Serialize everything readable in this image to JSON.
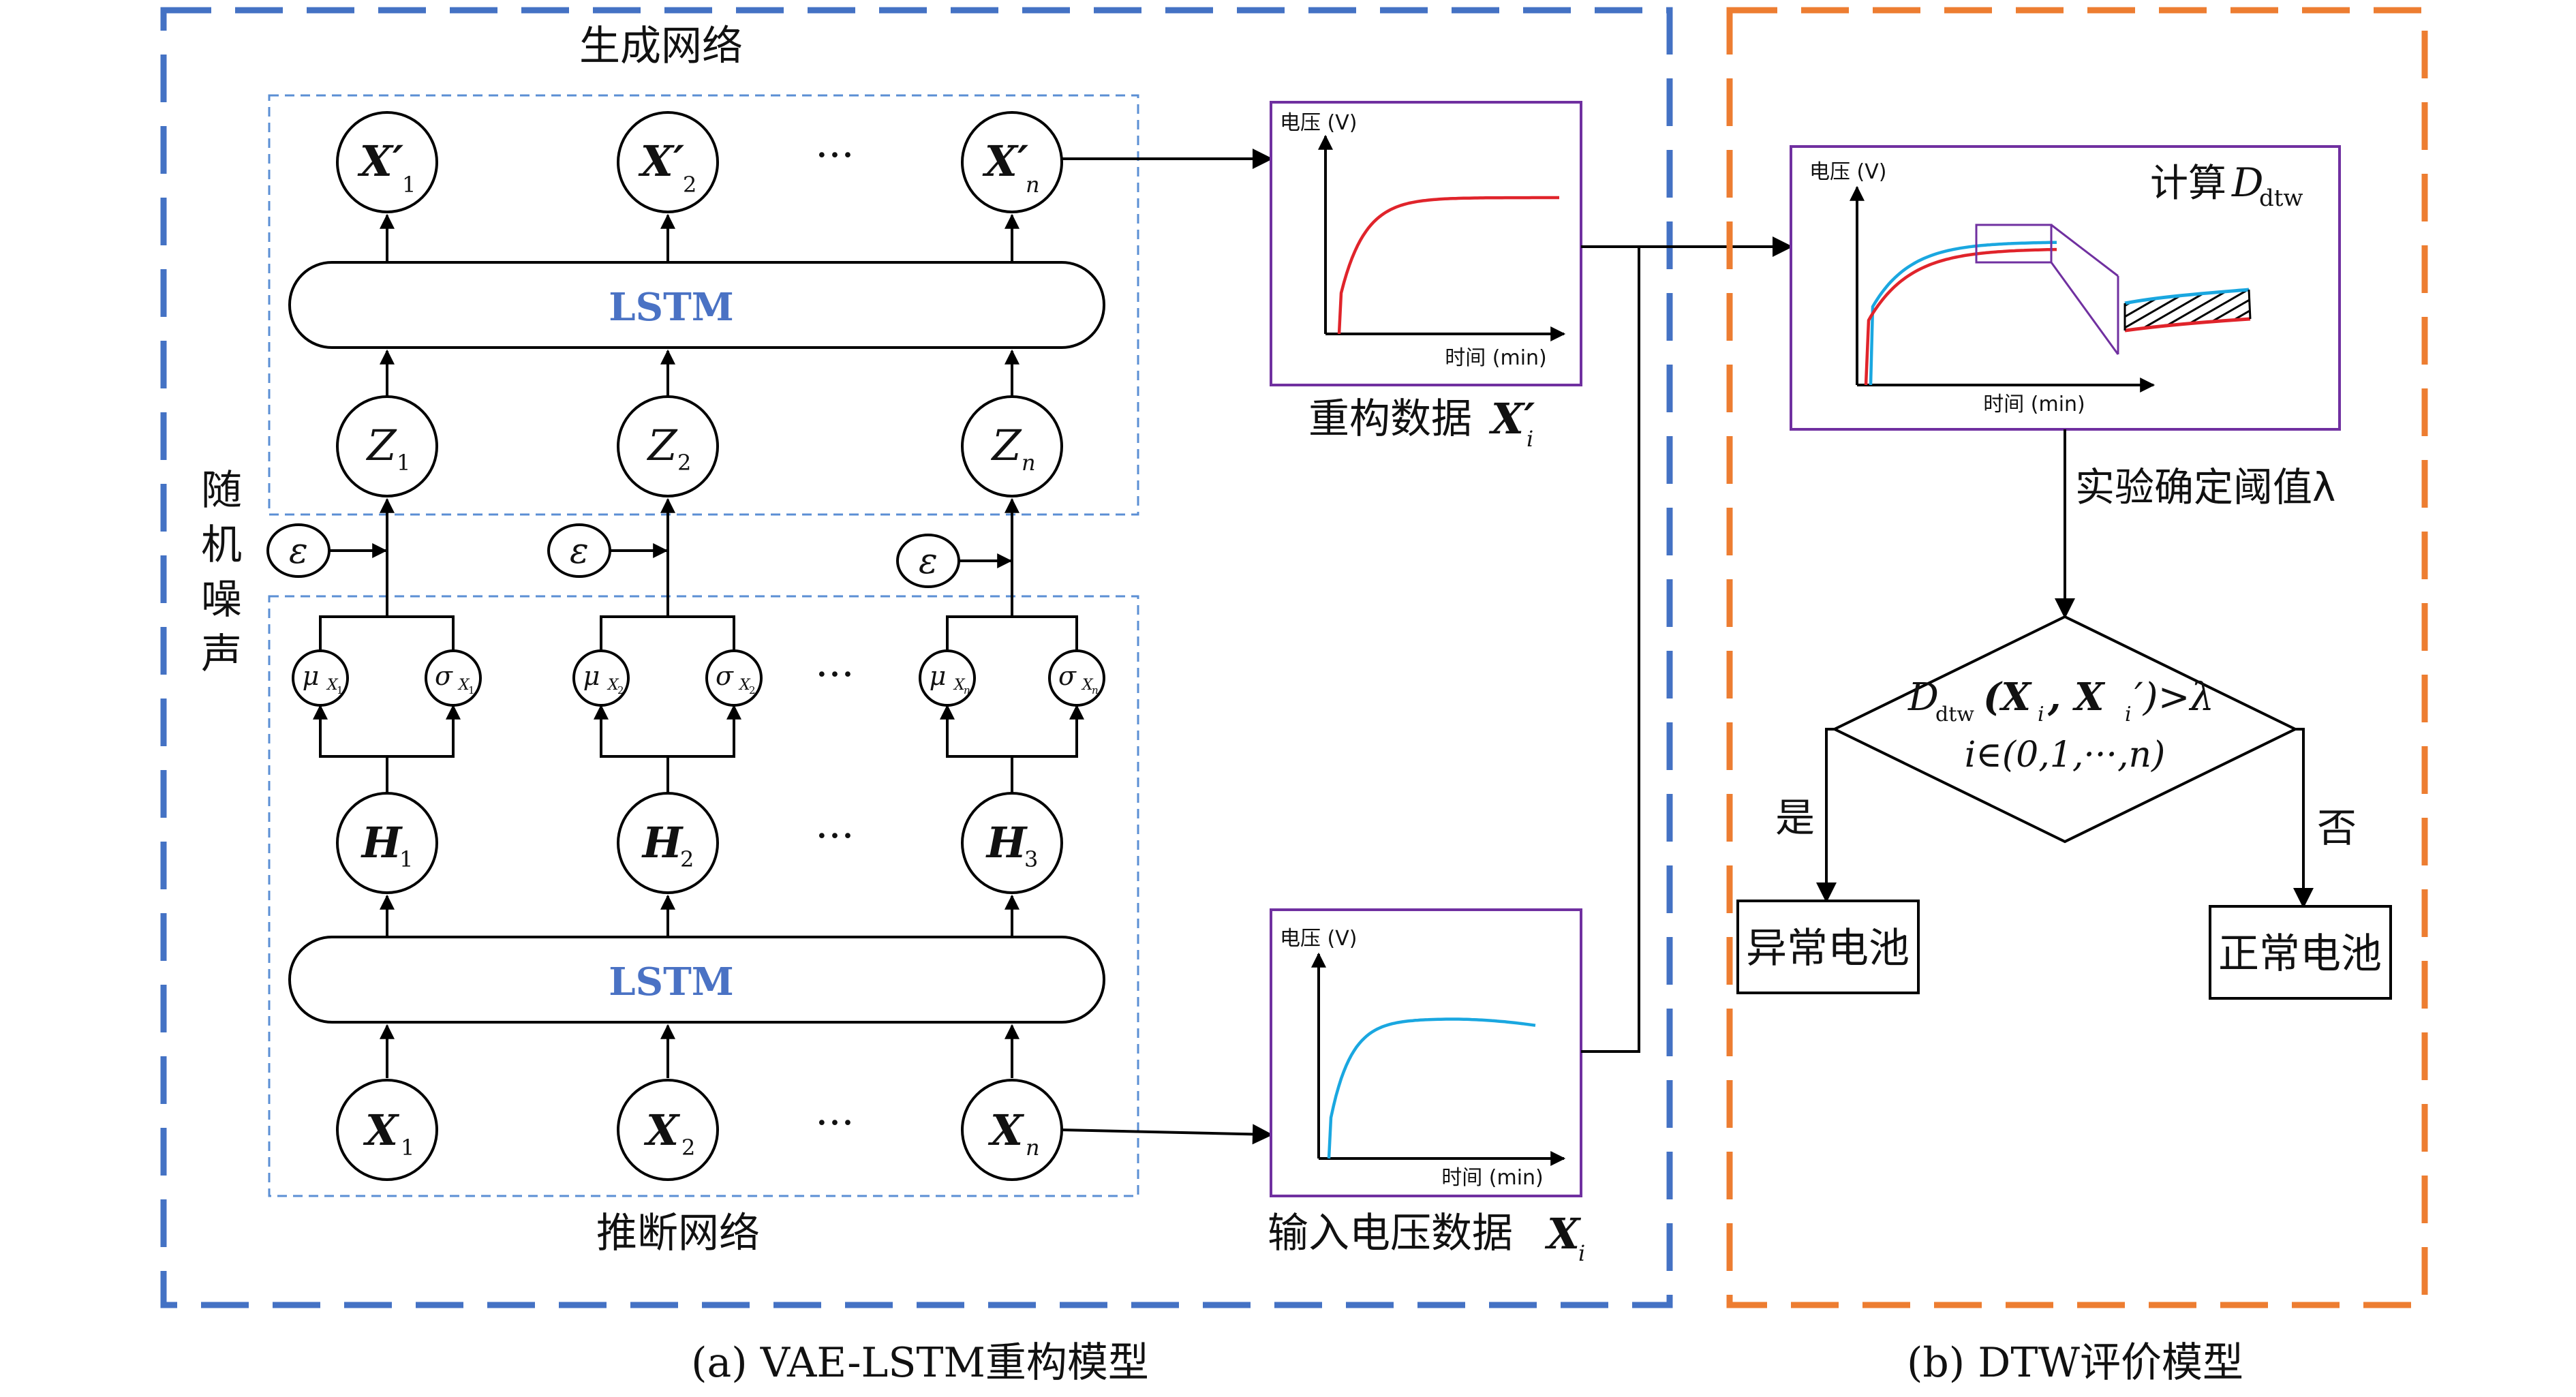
{
  "panel_a": {
    "generator_label": "生成网络",
    "inference_label": "推断网络",
    "noise_label": [
      "随",
      "机",
      "噪",
      "声"
    ],
    "lstm_label": "LSTM",
    "ellipsis": "···",
    "caption": "(a) VAE-LSTM重构模型",
    "outputs": [
      {
        "base": "X",
        "prime": "′",
        "sub": "1"
      },
      {
        "base": "X",
        "prime": "′",
        "sub": "2"
      },
      {
        "base": "X",
        "prime": "′",
        "sub": "n"
      }
    ],
    "latents": [
      {
        "base": "Z",
        "sub": "1"
      },
      {
        "base": "Z",
        "sub": "2"
      },
      {
        "base": "Z",
        "sub": "n"
      }
    ],
    "epsilon": "ε",
    "mu": {
      "base": "μ",
      "sub": "X",
      "subsub": [
        "1",
        "2",
        "n"
      ]
    },
    "sigma": {
      "base": "σ",
      "sub": "X",
      "subsub": [
        "1",
        "2",
        "n"
      ]
    },
    "hidden": [
      {
        "base": "H",
        "sub": "1"
      },
      {
        "base": "H",
        "sub": "2"
      },
      {
        "base": "H",
        "sub": "3"
      }
    ],
    "inputs": [
      {
        "base": "X",
        "sub": "1"
      },
      {
        "base": "X",
        "sub": "2"
      },
      {
        "base": "X",
        "sub": "n"
      }
    ],
    "recon_chart": {
      "ylabel": "电压 (V)",
      "xlabel": "时间 (min)",
      "caption_text": "重构数据",
      "caption_math": {
        "base": "X",
        "prime": "′",
        "sub": "i"
      },
      "curve_color": "#e0242b"
    },
    "input_chart": {
      "ylabel": "电压 (V)",
      "xlabel": "时间 (min)",
      "caption_text": "输入电压数据",
      "caption_math": {
        "base": "X",
        "sub": "i"
      },
      "curve_color": "#1aa7e0"
    }
  },
  "panel_b": {
    "compute_label": "计算",
    "compute_math": {
      "base": "D",
      "sub": "dtw"
    },
    "chart": {
      "ylabel": "电压 (V)",
      "xlabel": "时间 (min)"
    },
    "threshold_label": "实验确定阈值λ",
    "decision_line1": "D",
    "decision_line1_sub": "dtw",
    "decision_line1_rest": "(X",
    "decision_line1_sub2": "i",
    "decision_line1_mid": ", X",
    "decision_line1_sub3": "i",
    "decision_line1_end": "′)>λ",
    "decision_line2": "i∈(0,1,···,n)",
    "yes_label": "是",
    "no_label": "否",
    "abnormal_label": "异常电池",
    "normal_label": "正常电池",
    "caption": "(b) DTW评价模型"
  },
  "colors": {
    "panel_a_border": "#4472c4",
    "panel_b_border": "#ed7d31",
    "chart_frame": "#7030a0",
    "inner_dash": "#5b8fd4",
    "red_curve": "#e0242b",
    "blue_curve": "#1aa7e0"
  }
}
